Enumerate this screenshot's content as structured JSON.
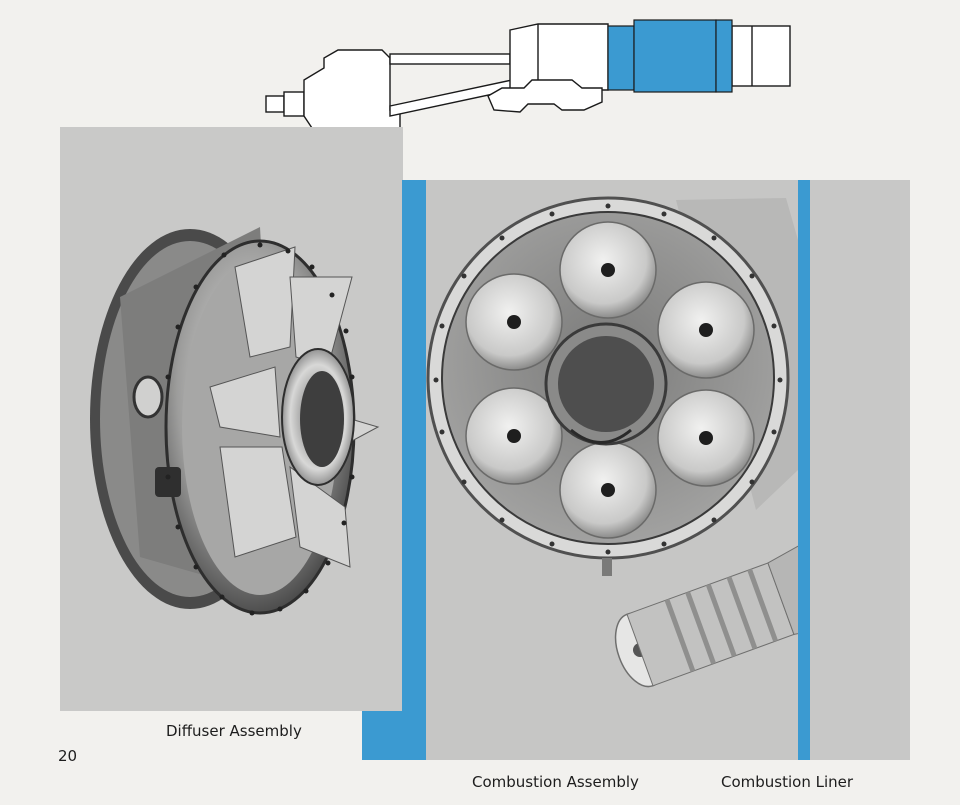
{
  "page": {
    "number": "20"
  },
  "captions": {
    "diffuser": "Diffuser Assembly",
    "combustion": "Combustion Assembly",
    "liner": "Combustion Liner"
  },
  "colors": {
    "accent_blue": "#3b9ad1",
    "photo_gray": "#c8c8c7",
    "paper": "#f2f1ee"
  }
}
